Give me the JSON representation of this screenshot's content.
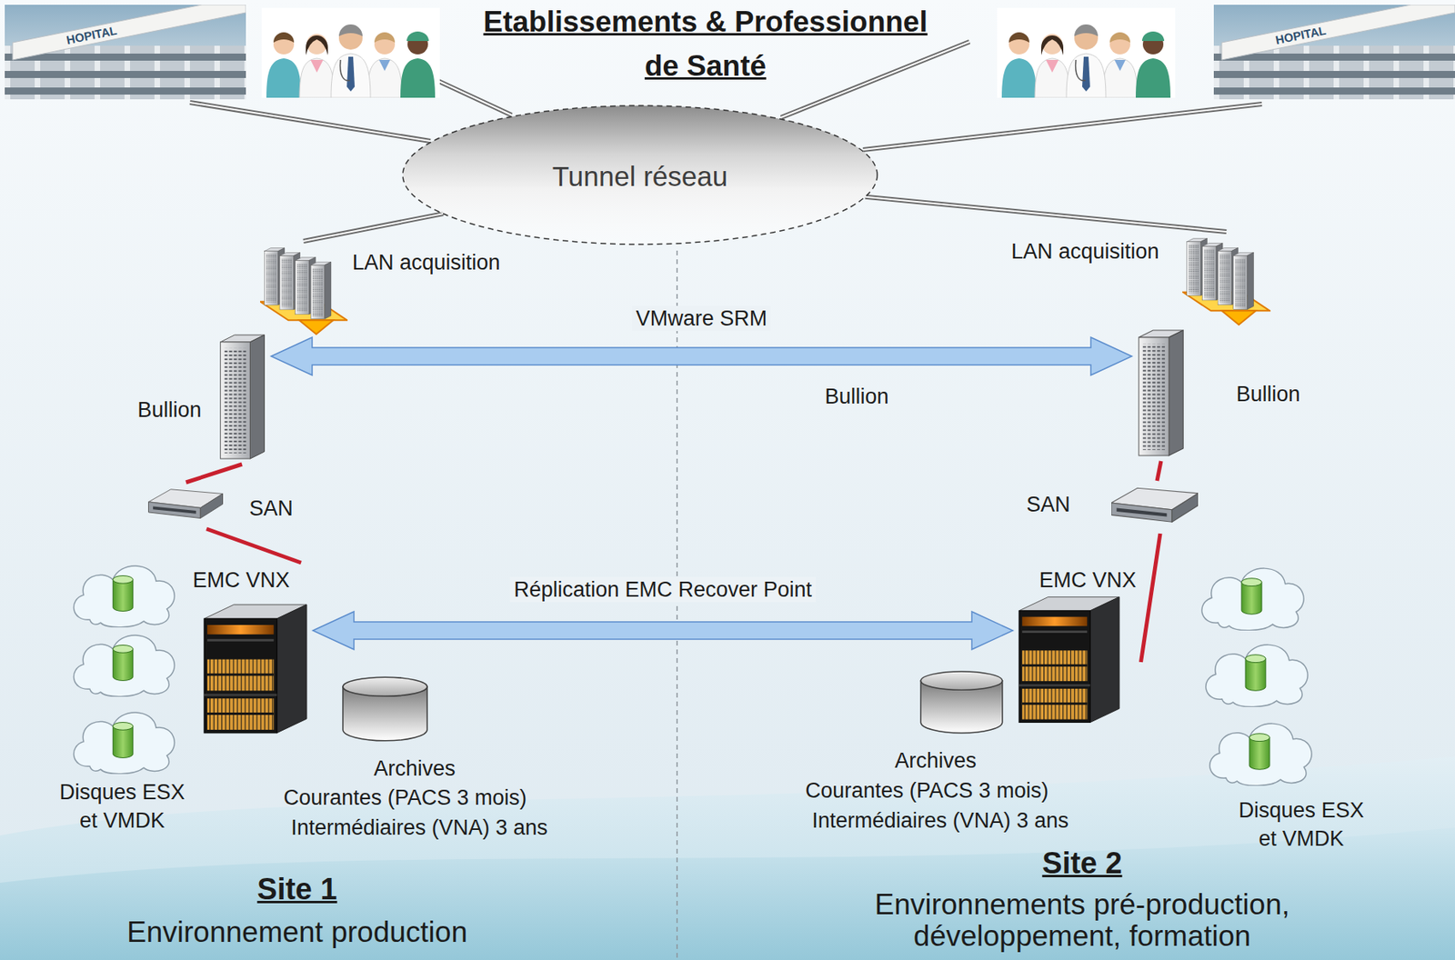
{
  "diagram": {
    "title": "Etablissements & Professionnel de Santé",
    "nodes": [
      {
        "text": [
          "Tunnel réseau"
        ]
      },
      {
        "text": [
          "LAN acquisition"
        ]
      },
      {
        "text": [
          "Bullion"
        ]
      },
      {
        "text": [
          "SAN"
        ]
      },
      {
        "text": [
          "EMC VNX"
        ]
      },
      {
        "text": [
          "Disques ESX et VMDK"
        ]
      },
      {
        "text": [
          "Archives",
          "Courantes (PACS 3 mois)",
          "Intermédiaires (VNA) 3 ans"
        ]
      },
      {
        "text": [
          "LAN acquisition"
        ]
      },
      {
        "text": [
          "Bullion"
        ]
      },
      {
        "text": [
          "SAN"
        ]
      },
      {
        "text": [
          "EMC VNX"
        ]
      },
      {
        "text": [
          "Archives",
          "Courantes (PACS 3 mois)",
          "Intermédiaires (VNA) 3 ans"
        ]
      },
      {
        "text": [
          "Disques ESX et VMDK"
        ]
      }
    ],
    "edges": [
      {
        "from": 0,
        "to": 1,
        "arrow": "none"
      },
      {
        "from": 0,
        "to": 7,
        "arrow": "none"
      },
      {
        "from": 2,
        "to": 8,
        "label": "VMware SRM",
        "arrow": "both"
      },
      {
        "from": 2,
        "to": 3,
        "arrow": "none"
      },
      {
        "from": 3,
        "to": 4,
        "arrow": "none"
      },
      {
        "from": 8,
        "to": 9,
        "arrow": "none"
      },
      {
        "from": 9,
        "to": 10,
        "arrow": "none"
      },
      {
        "from": 4,
        "to": 10,
        "label": "Réplication EMC Recover Point",
        "arrow": "both"
      }
    ],
    "labels": [
      "HOPITAL",
      "HOPITAL",
      "Bullion",
      "Site 1",
      "Environnement production",
      "Site 2",
      "Environnements pré-production, développement, formation"
    ]
  }
}
